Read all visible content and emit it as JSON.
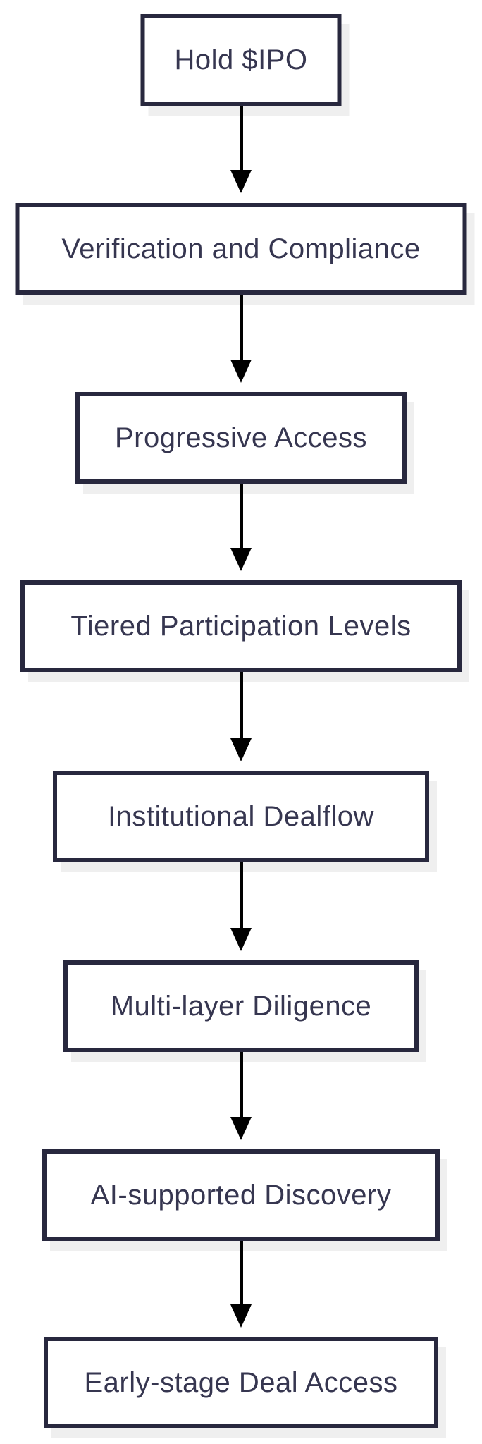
{
  "flowchart": {
    "nodes": [
      {
        "id": "hold-ipo",
        "label": "Hold $IPO"
      },
      {
        "id": "verification-compliance",
        "label": "Verification and Compliance"
      },
      {
        "id": "progressive-access",
        "label": "Progressive Access"
      },
      {
        "id": "tiered-participation",
        "label": "Tiered Participation Levels"
      },
      {
        "id": "institutional-dealflow",
        "label": "Institutional Dealflow"
      },
      {
        "id": "multi-layer-diligence",
        "label": "Multi-layer Diligence"
      },
      {
        "id": "ai-supported-discovery",
        "label": "AI-supported Discovery"
      },
      {
        "id": "early-stage-deal-access",
        "label": "Early-stage Deal Access"
      }
    ],
    "edges": [
      {
        "from": 0,
        "to": 1
      },
      {
        "from": 1,
        "to": 2
      },
      {
        "from": 2,
        "to": 3
      },
      {
        "from": 3,
        "to": 4
      },
      {
        "from": 4,
        "to": 5
      },
      {
        "from": 5,
        "to": 6
      },
      {
        "from": 6,
        "to": 7
      }
    ],
    "colors": {
      "border": "#28283e",
      "text": "#363650",
      "arrow": "#000000",
      "shadow": "#efefef",
      "background": "#ffffff"
    }
  }
}
